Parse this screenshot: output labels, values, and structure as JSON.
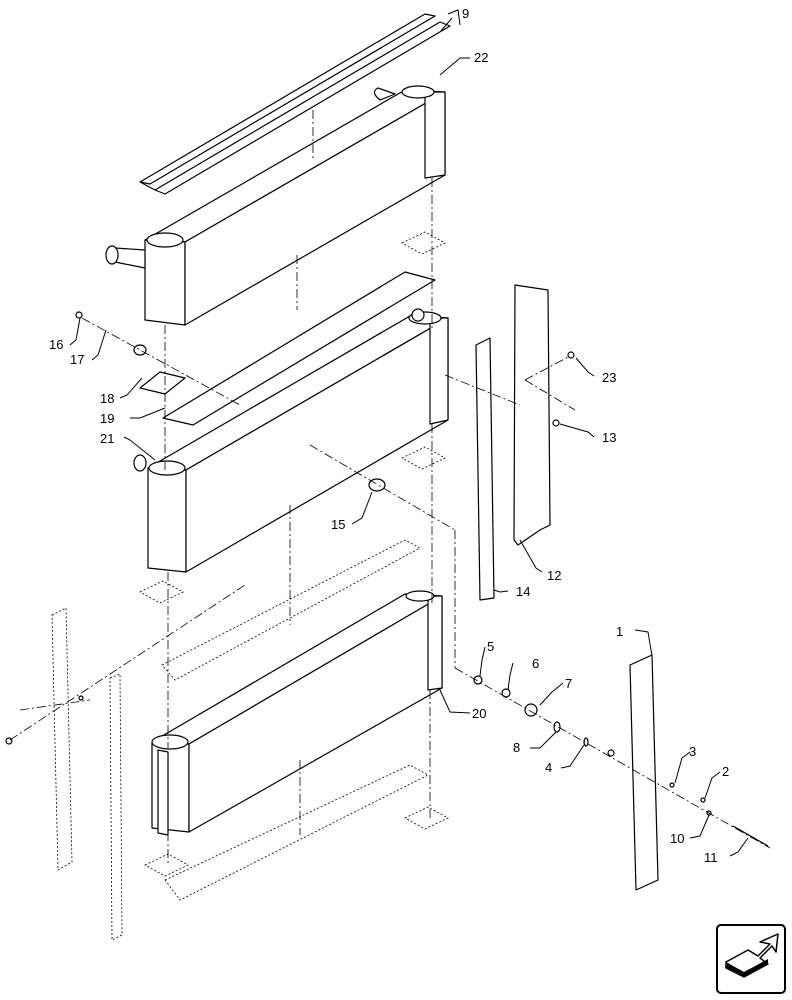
{
  "callouts": [
    "1",
    "2",
    "3",
    "4",
    "5",
    "6",
    "7",
    "8",
    "9",
    "10",
    "11",
    "12",
    "13",
    "14",
    "15",
    "16",
    "17",
    "18",
    "19",
    "20",
    "21",
    "22",
    "23"
  ],
  "nav_icon": "next-page-arrow-icon"
}
